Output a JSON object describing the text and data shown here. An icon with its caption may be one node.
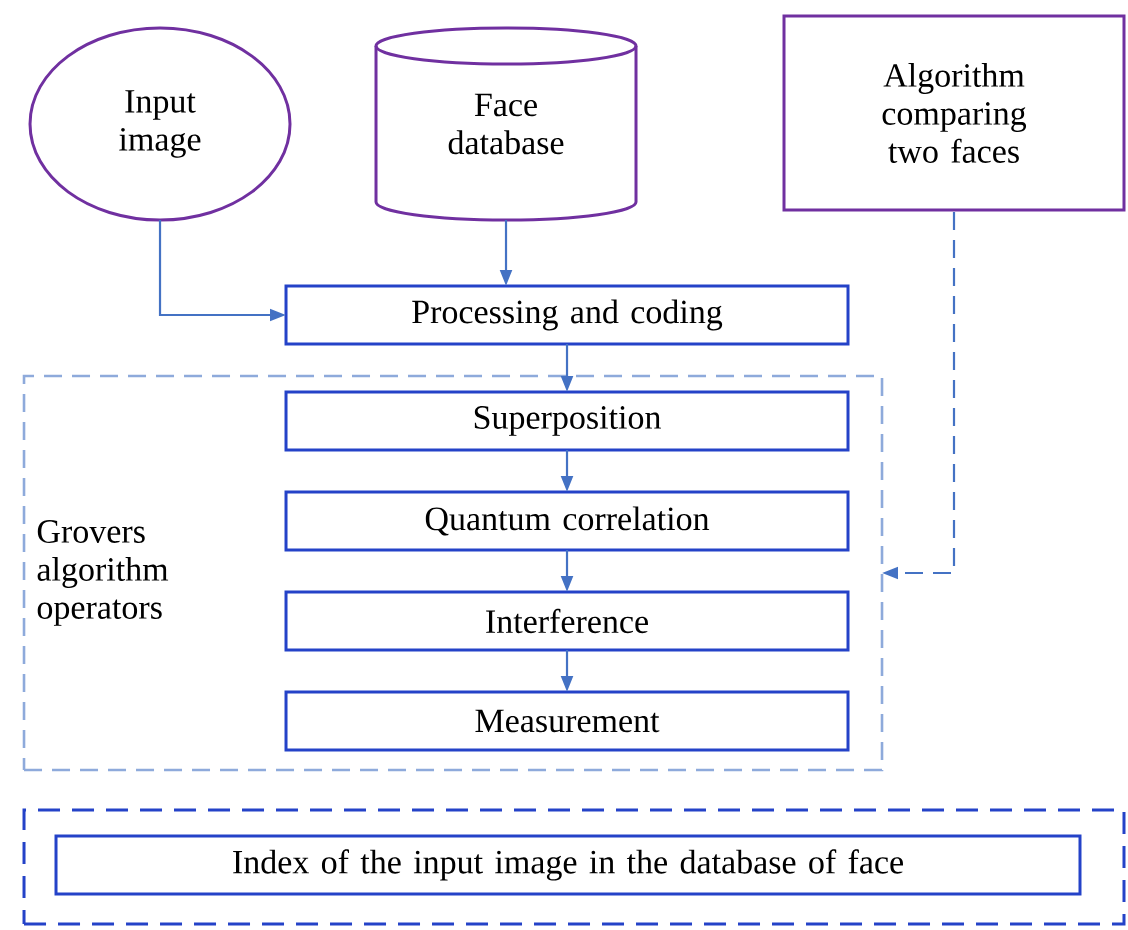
{
  "diagram": {
    "nodes": [
      {
        "text": [
          "Input image"
        ]
      },
      {
        "text": [
          "Face database"
        ]
      },
      {
        "text": [
          "Algorithm comparing two faces"
        ]
      },
      {
        "text": [
          "Processing and coding"
        ]
      },
      {
        "text": [
          "Grovers algorithm operators"
        ]
      },
      {
        "text": [
          "Superposition"
        ],
        "in": 4
      },
      {
        "text": [
          "Quantum correlation"
        ],
        "in": 4
      },
      {
        "text": [
          "Interference"
        ],
        "in": 4
      },
      {
        "text": [
          "Measurement"
        ],
        "in": 4
      },
      {
        "text": [],
        "shape": "box"
      },
      {
        "text": [
          "Index of the input image in the database of face"
        ],
        "in": 9
      }
    ],
    "edges": [
      {
        "from": 0,
        "to": 3,
        "arrow": "to"
      },
      {
        "from": 1,
        "to": 3,
        "arrow": "to"
      },
      {
        "from": 3,
        "to": 5,
        "arrow": "to"
      },
      {
        "from": 5,
        "to": 6,
        "arrow": "to"
      },
      {
        "from": 6,
        "to": 7,
        "arrow": "to"
      },
      {
        "from": 7,
        "to": 8,
        "arrow": "to"
      },
      {
        "from": 2,
        "to": 4,
        "arrow": "to",
        "style": "dashed"
      }
    ]
  }
}
